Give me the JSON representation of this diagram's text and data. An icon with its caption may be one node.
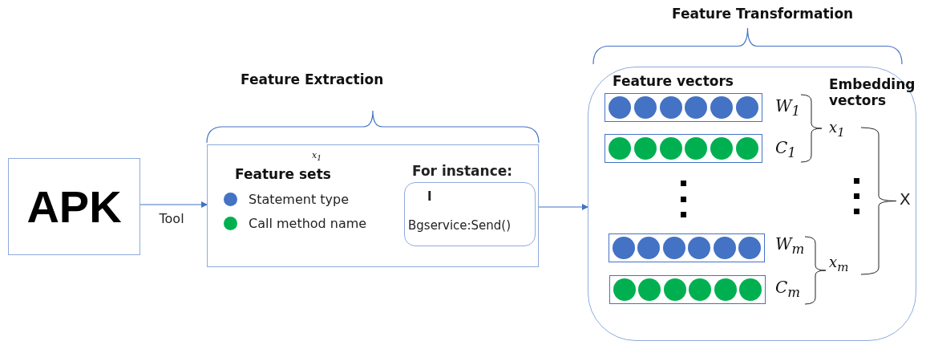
{
  "diagram": {
    "nodes": [
      {
        "text": [
          "APK"
        ]
      },
      {
        "text": [
          "Feature Extraction",
          "Feature sets"
        ]
      },
      {
        "text": [
          "For instance:",
          "I",
          "Bgservice:Send()"
        ],
        "in": 1
      },
      {
        "text": [
          "Feature Transformation",
          "Feature vectors",
          "Embedding vectors"
        ]
      },
      {
        "text": [],
        "shape": "bar",
        "in": 3,
        "beside": [
          "W$_{1}$"
        ]
      },
      {
        "text": [],
        "shape": "bar",
        "in": 3,
        "beside": [
          "C$_{1}$"
        ]
      },
      {
        "text": [],
        "shape": "bar",
        "in": 3,
        "beside": [
          "W$_{m}$"
        ]
      },
      {
        "text": [],
        "shape": "bar",
        "in": 3,
        "beside": [
          "C$_{m}$"
        ]
      }
    ],
    "edges": [
      {
        "from": 0,
        "to": 1,
        "arrow": "to",
        "label": "Tool"
      },
      {
        "from": 1,
        "to": 3,
        "arrow": "to"
      }
    ],
    "labels": [
      "x$_{1}$",
      "x$_{1}$",
      "x$_{m}$",
      "X"
    ],
    "legend": [
      {
        "text": "Statement type",
        "color": "#4472c4"
      },
      {
        "text": "Call method name",
        "color": "#00b050"
      }
    ]
  }
}
